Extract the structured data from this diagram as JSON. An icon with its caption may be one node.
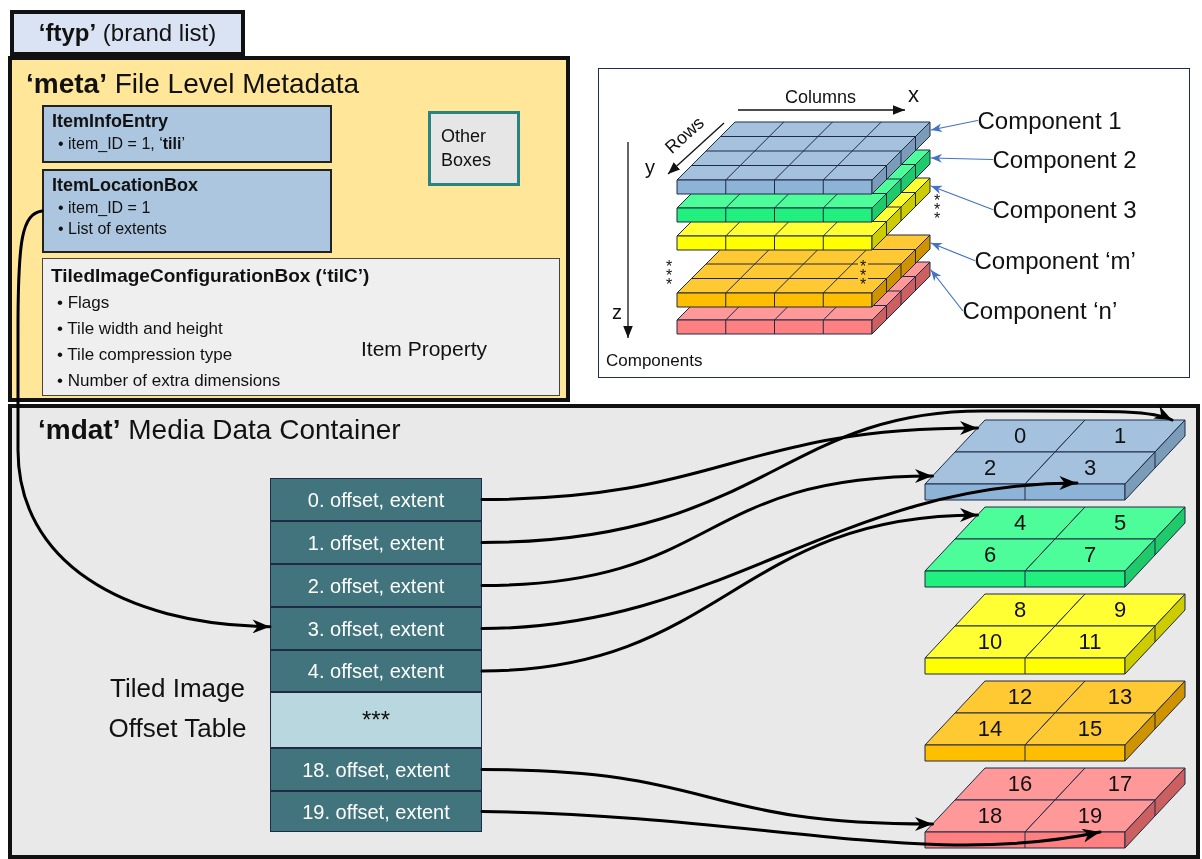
{
  "diagram": {
    "nodes": [
      {
        "text": [
          "**‘ftyp’** (brand list)"
        ]
      },
      {
        "text": [
          "**‘meta’** File Level Metadata"
        ]
      },
      {
        "text": [
          "ItemInfoEntry",
          "• item_ID = 1, ‘**tili**’"
        ],
        "in": 1
      },
      {
        "text": [
          "ItemLocationBox",
          "• item_ID = 1",
          "• List of extents"
        ],
        "in": 1
      },
      {
        "text": [
          "Other Boxes"
        ],
        "in": 1
      },
      {
        "text": [
          "TiledImageConfigurationBox (‘tilC’)",
          "• Flags",
          "• Tile width and height",
          "• Tile compression type",
          "• Number of extra dimensions",
          "Item Property"
        ],
        "in": 1
      },
      {
        "text": [],
        "shape": "box"
      },
      {
        "text": [],
        "shape": "box",
        "in": 6
      },
      {
        "text": [],
        "shape": "box",
        "in": 6
      },
      {
        "text": [],
        "shape": "box",
        "in": 6
      },
      {
        "text": [],
        "shape": "box",
        "in": 6
      },
      {
        "text": [],
        "shape": "box",
        "in": 6
      },
      {
        "text": [
          "Component 1"
        ],
        "in": 6
      },
      {
        "text": [
          "Component 2"
        ],
        "in": 6
      },
      {
        "text": [
          "Component 3"
        ],
        "in": 6
      },
      {
        "text": [
          "Component ‘m’"
        ],
        "in": 6
      },
      {
        "text": [
          "Component ‘n’"
        ],
        "in": 6
      },
      {
        "text": [
          "**‘mdat’** Media Data Container"
        ]
      },
      {
        "text": [
          "Tiled Image Offset Table"
        ],
        "in": 17
      },
      {
        "text": [
          "0. offset, extent"
        ],
        "in": 18
      },
      {
        "text": [
          "1. offset, extent"
        ],
        "in": 18
      },
      {
        "text": [
          "2. offset, extent"
        ],
        "in": 18
      },
      {
        "text": [
          "3. offset, extent"
        ],
        "in": 18
      },
      {
        "text": [
          "4. offset, extent"
        ],
        "in": 18
      },
      {
        "text": [
          "***"
        ],
        "in": 18
      },
      {
        "text": [
          "18. offset, extent"
        ],
        "in": 18
      },
      {
        "text": [
          "19. offset, extent"
        ],
        "in": 18
      },
      {
        "text": [
          "0"
        ],
        "in": 17
      },
      {
        "text": [
          "1"
        ],
        "in": 17
      },
      {
        "text": [
          "2"
        ],
        "in": 17
      },
      {
        "text": [
          "3"
        ],
        "in": 17
      },
      {
        "text": [
          "4"
        ],
        "in": 17
      },
      {
        "text": [
          "5"
        ],
        "in": 17
      },
      {
        "text": [
          "6"
        ],
        "in": 17
      },
      {
        "text": [
          "7"
        ],
        "in": 17
      },
      {
        "text": [
          "8"
        ],
        "in": 17
      },
      {
        "text": [
          "9"
        ],
        "in": 17
      },
      {
        "text": [
          "10"
        ],
        "in": 17
      },
      {
        "text": [
          "11"
        ],
        "in": 17
      },
      {
        "text": [
          "12"
        ],
        "in": 17
      },
      {
        "text": [
          "13"
        ],
        "in": 17
      },
      {
        "text": [
          "14"
        ],
        "in": 17
      },
      {
        "text": [
          "15"
        ],
        "in": 17
      },
      {
        "text": [
          "16"
        ],
        "in": 17
      },
      {
        "text": [
          "17"
        ],
        "in": 17
      },
      {
        "text": [
          "18"
        ],
        "in": 17
      },
      {
        "text": [
          "19"
        ],
        "in": 17
      }
    ],
    "edges": [
      {
        "from": 3,
        "to": 18,
        "arrow": "to"
      },
      {
        "from": 19,
        "to": 27,
        "arrow": "to"
      },
      {
        "from": 20,
        "to": 28,
        "arrow": "to"
      },
      {
        "from": 21,
        "to": 29,
        "arrow": "to"
      },
      {
        "from": 22,
        "to": 30,
        "arrow": "to"
      },
      {
        "from": 23,
        "to": 31,
        "arrow": "to"
      },
      {
        "from": 25,
        "to": 45,
        "arrow": "to"
      },
      {
        "from": 26,
        "to": 46,
        "arrow": "to"
      },
      {
        "from": 12,
        "to": 7,
        "arrow": "to",
        "color": "#4472c4"
      },
      {
        "from": 13,
        "to": 8,
        "arrow": "to",
        "color": "#4472c4"
      },
      {
        "from": 14,
        "to": 9,
        "arrow": "to",
        "color": "#4472c4"
      },
      {
        "from": 15,
        "to": 10,
        "arrow": "to",
        "color": "#4472c4"
      },
      {
        "from": 16,
        "to": 11,
        "arrow": "to",
        "color": "#4472c4"
      }
    ],
    "labels": [
      "Columns",
      "x",
      "Rows",
      "y",
      "***",
      "***",
      "***",
      "z",
      "Components"
    ]
  }
}
